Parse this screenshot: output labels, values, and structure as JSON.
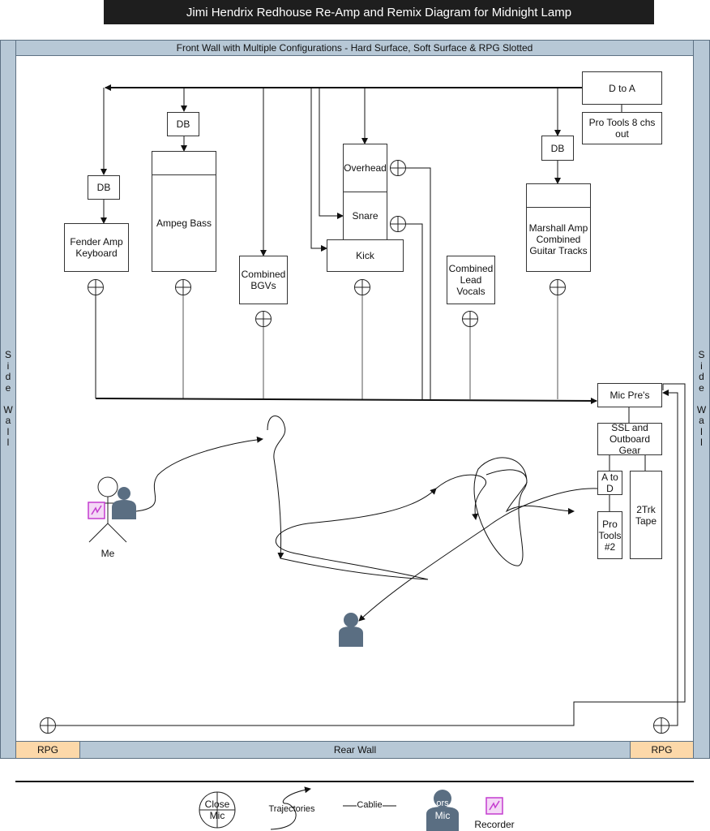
{
  "title": "Jimi Hendrix Redhouse Re-Amp and Remix Diagram for Midnight Lamp",
  "walls": {
    "front": "Front Wall with Multiple Configurations - Hard Surface, Soft Surface & RPG Slotted",
    "rear": "Rear Wall",
    "side_left": [
      "S",
      "i",
      "d",
      "e",
      "",
      "W",
      "a",
      "l",
      "l"
    ],
    "side_right": [
      "S",
      "i",
      "d",
      "e",
      "",
      "W",
      "a",
      "l",
      "l"
    ],
    "rpg_left": "RPG",
    "rpg_right": "RPG"
  },
  "boxes": {
    "d_to_a": "D to A",
    "pro_tools_out": "Pro Tools 8 chs out",
    "db_bass": "DB",
    "db_fender": "DB",
    "db_marshall": "DB",
    "fender": "Fender Amp Keyboard",
    "ampeg": "Ampeg Bass",
    "bgvs": "Combined BGVs",
    "overhead": "Overhead",
    "snare": "Snare",
    "kick": "Kick",
    "lead_vocals": "Combined Lead Vocals",
    "marshall": "Marshall Amp Combined Guitar Tracks",
    "mic_pres": "Mic Pre's",
    "ssl": "SSL and Outboard Gear",
    "a_to_d": "A to D",
    "pro_tools_2": "Pro Tools #2",
    "tape": "2Trk Tape"
  },
  "me_label": "Me",
  "legend": {
    "close_mic": "Close Mic",
    "trajectories": "Trajectories",
    "cable": "Cablie",
    "room_mic_overlay": "ors",
    "room_mic": "Mic",
    "recorder": "Recorder"
  },
  "colors": {
    "wall": "#b7c8d6",
    "rpg": "#fcd8a9",
    "person": "#5a6e82",
    "recorder": "#c43ccf",
    "title_bg": "#1e1e1e"
  }
}
